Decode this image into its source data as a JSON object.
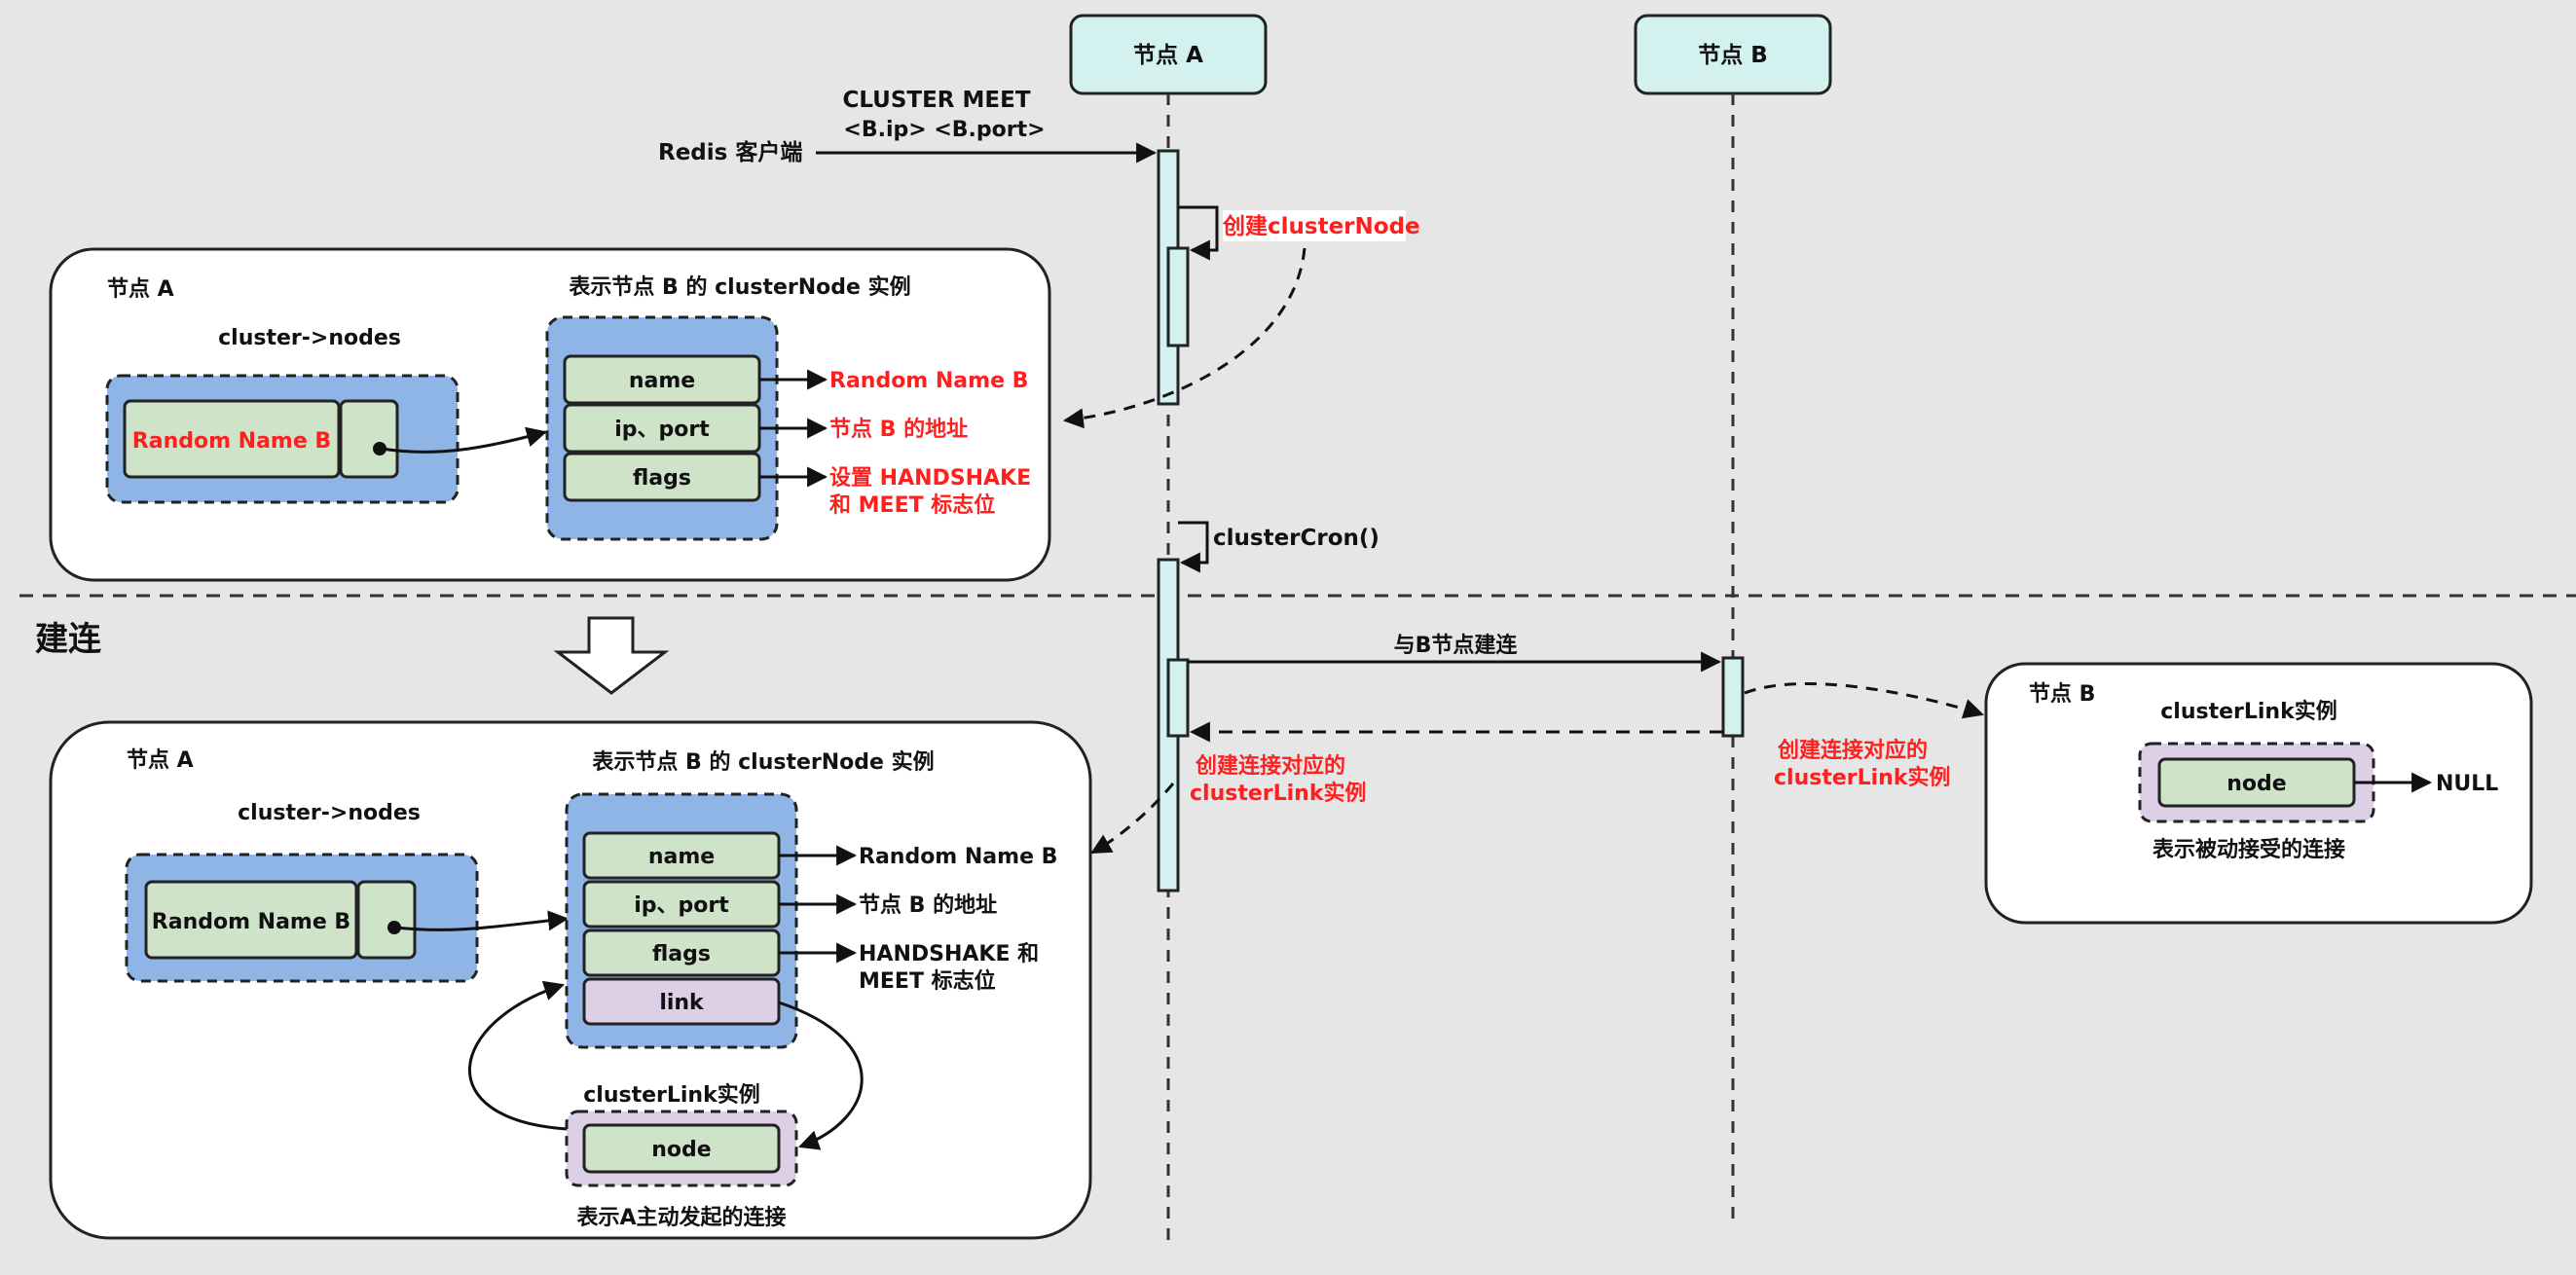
{
  "colors": {
    "background": "#e6e6e6",
    "lifeline_header": "#d3f1ee",
    "activation": "#d3f1ee",
    "container_blue": "#8fb4e6",
    "cell_green": "#cfe3c9",
    "container_purple": "#ddd0e6",
    "cell_purple": "#ddd0e6",
    "panel": "#ffffff",
    "annotation_red": "#ff1f1f"
  },
  "lifelines": {
    "a_title": "节点 A",
    "b_title": "节点 B"
  },
  "messages": {
    "cluster_meet_line1": "CLUSTER MEET",
    "cluster_meet_line2": "<B.ip> <B.port>",
    "client": "Redis 客户端",
    "create_cluster_node": "创建clusterNode",
    "cluster_cron": "clusterCron()",
    "connect_to_b": "与B节点建连",
    "a_link_note_line1": "创建连接对应的",
    "a_link_note_line2": "clusterLink实例",
    "b_link_note_line1": "创建连接对应的",
    "b_link_note_line2": "clusterLink实例"
  },
  "section_label": "建连",
  "panel_top": {
    "title": "节点 A",
    "nodes_caption": "cluster->nodes",
    "instance_caption": "表示节点 B 的 clusterNode 实例",
    "dict_entry": "Random Name B",
    "fields": [
      "name",
      "ip、port",
      "flags"
    ],
    "notes": [
      "Random Name B",
      "节点 B 的地址",
      "设置 HANDSHAKE",
      "和 MEET 标志位"
    ]
  },
  "panel_bottom": {
    "title": "节点 A",
    "nodes_caption": "cluster->nodes",
    "instance_caption": "表示节点 B 的 clusterNode 实例",
    "dict_entry": "Random Name B",
    "fields": [
      "name",
      "ip、port",
      "flags",
      "link"
    ],
    "notes": [
      "Random Name B",
      "节点 B 的地址",
      "HANDSHAKE 和",
      "MEET 标志位"
    ],
    "link_caption": "clusterLink实例",
    "link_field": "node",
    "link_footer": "表示A主动发起的连接"
  },
  "panel_b": {
    "title": "节点 B",
    "link_caption": "clusterLink实例",
    "link_field": "node",
    "null_label": "NULL",
    "footer": "表示被动接受的连接"
  }
}
